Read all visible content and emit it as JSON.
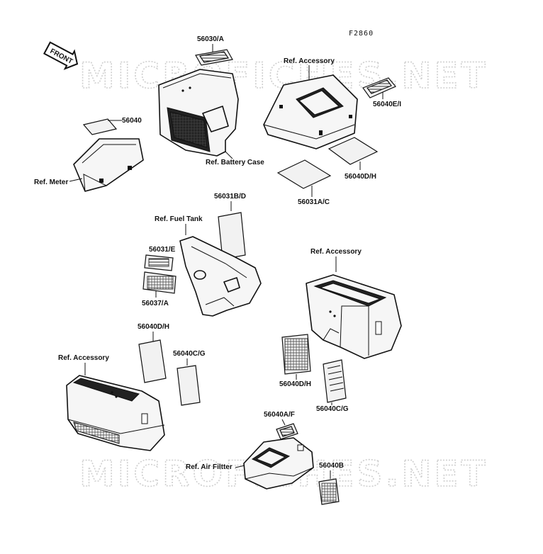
{
  "figure_code": "F2860",
  "front_label": "FRONT",
  "watermark": "MICROFICHES.NET",
  "labels": {
    "p56030A": "56030/A",
    "p56040": "56040",
    "ref_meter": "Ref. Meter",
    "ref_battery_case": "Ref. Battery Case",
    "ref_accessory_top": "Ref. Accessory",
    "p56040EI": "56040E/I",
    "p56040DH_right": "56040D/H",
    "p56031AC": "56031A/C",
    "p56031BD": "56031B/D",
    "ref_fuel_tank": "Ref. Fuel Tank",
    "p56031E": "56031/E",
    "p56037A": "56037/A",
    "ref_accessory_right": "Ref. Accessory",
    "p56040DH_left": "56040D/H",
    "ref_accessory_left": "Ref. Accessory",
    "p56040CG_left": "56040C/G",
    "p56040DH_mid": "56040D/H",
    "p56040CG_right": "56040C/G",
    "p56040AF": "56040A/F",
    "ref_air_filter": "Ref. Air Filtter",
    "p56040B": "56040B"
  }
}
